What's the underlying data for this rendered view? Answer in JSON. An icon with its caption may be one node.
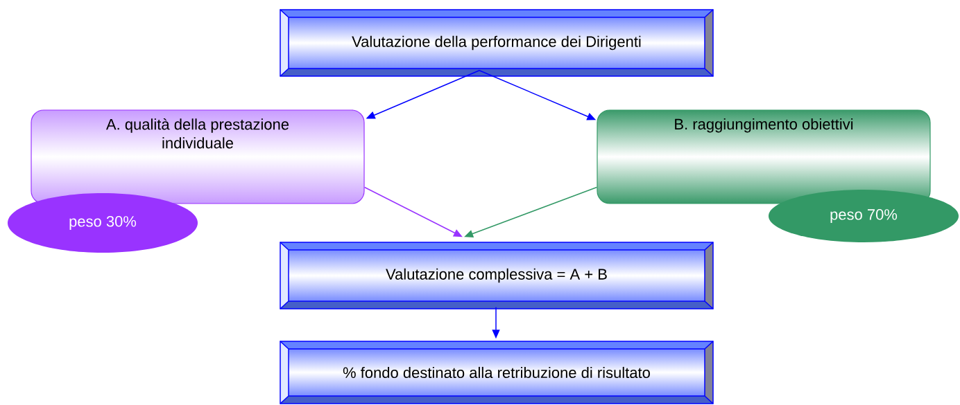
{
  "diagram": {
    "nodes": [
      {
        "text": [
          "Valutazione della performance dei Dirigenti"
        ]
      },
      {
        "text": [
          "A. qualità della prestazione individuale"
        ]
      },
      {
        "text": [
          "peso 30%"
        ]
      },
      {
        "text": [
          "B. raggiungimento obiettivi"
        ]
      },
      {
        "text": [
          "peso 70%"
        ]
      },
      {
        "text": [
          "Valutazione complessiva = A + B"
        ]
      },
      {
        "text": [
          "% fondo destinato alla retribuzione di risultato"
        ]
      }
    ],
    "edges": [
      {
        "from": 0,
        "to": 1,
        "arrow": "to"
      },
      {
        "from": 0,
        "to": 3,
        "arrow": "to"
      },
      {
        "from": 1,
        "to": 5,
        "arrow": "to",
        "color": "#9933ff"
      },
      {
        "from": 3,
        "to": 5,
        "arrow": "to",
        "color": "#339966"
      },
      {
        "from": 5,
        "to": 6,
        "arrow": "to"
      }
    ]
  }
}
